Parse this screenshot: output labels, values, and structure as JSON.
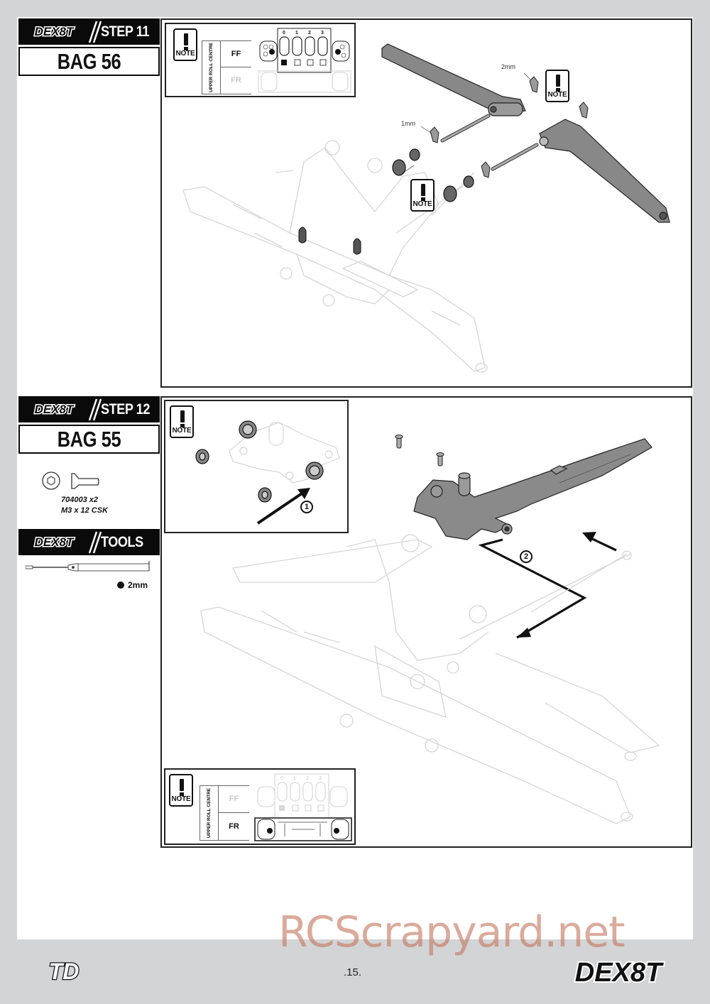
{
  "page": {
    "brand": "DEX8T",
    "page_number": ".15.",
    "watermark": "RCScrapyard.net",
    "footer_logo_left": "TD",
    "footer_logo_right": "DEX8T"
  },
  "steps": [
    {
      "step_label": "STEP 11",
      "bag_label": "BAG 56",
      "note_label": "NOTE",
      "roll_centre": {
        "title": "UPPER ROLL CENTRE",
        "rows": [
          "FF",
          "FR"
        ],
        "active_row": "FF",
        "positions": [
          "0",
          "1",
          "2",
          "3"
        ],
        "selected_position": "0"
      },
      "callouts": [
        "2mm",
        "1mm"
      ],
      "notes": [
        "NOTE",
        "NOTE"
      ]
    },
    {
      "step_label": "STEP 12",
      "bag_label": "BAG 55",
      "note_label": "NOTE",
      "parts": [
        {
          "part_number": "704003 x2",
          "description": "M3 x 12 CSK"
        }
      ],
      "tools": {
        "label": "TOOLS",
        "items": [
          {
            "size": "2mm",
            "type": "hex driver"
          }
        ]
      },
      "sequence": [
        "1",
        "2"
      ],
      "roll_centre": {
        "title": "UPPER ROLL CENTRE",
        "rows": [
          "FF",
          "FR"
        ],
        "active_row": "FR",
        "positions": [
          "0",
          "1",
          "2",
          "3"
        ]
      }
    }
  ]
}
